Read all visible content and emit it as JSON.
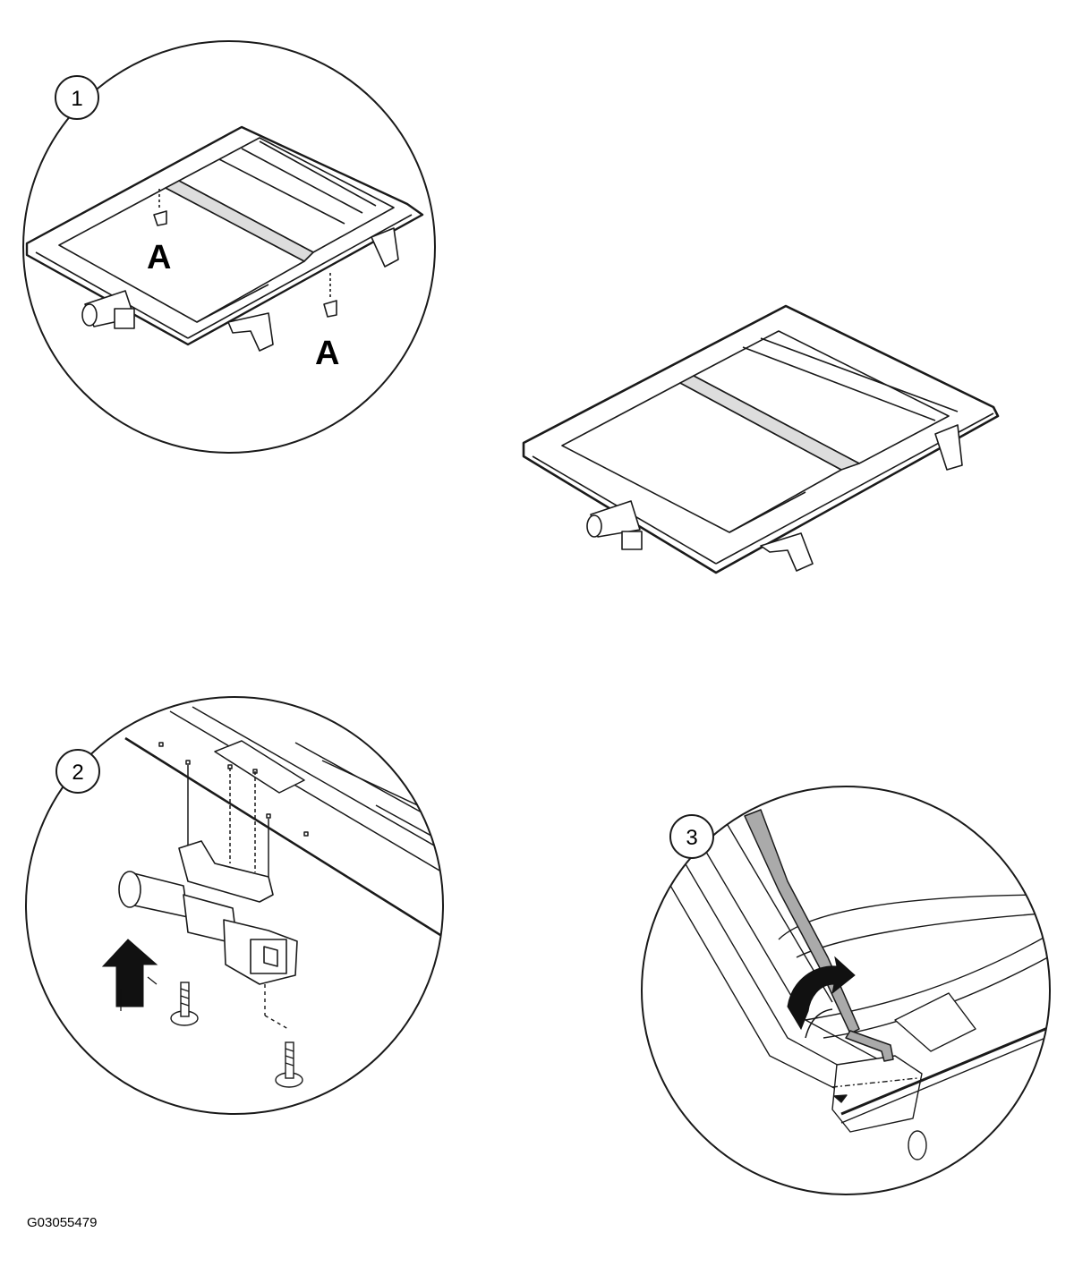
{
  "callouts": {
    "step1": "1",
    "step2": "2",
    "step3": "3",
    "clip_a_left": "A",
    "clip_a_right": "A"
  },
  "figure_id": "G03055479",
  "colors": {
    "line": "#1a1a1a",
    "shade": "#9a9a9a",
    "background": "#ffffff"
  }
}
